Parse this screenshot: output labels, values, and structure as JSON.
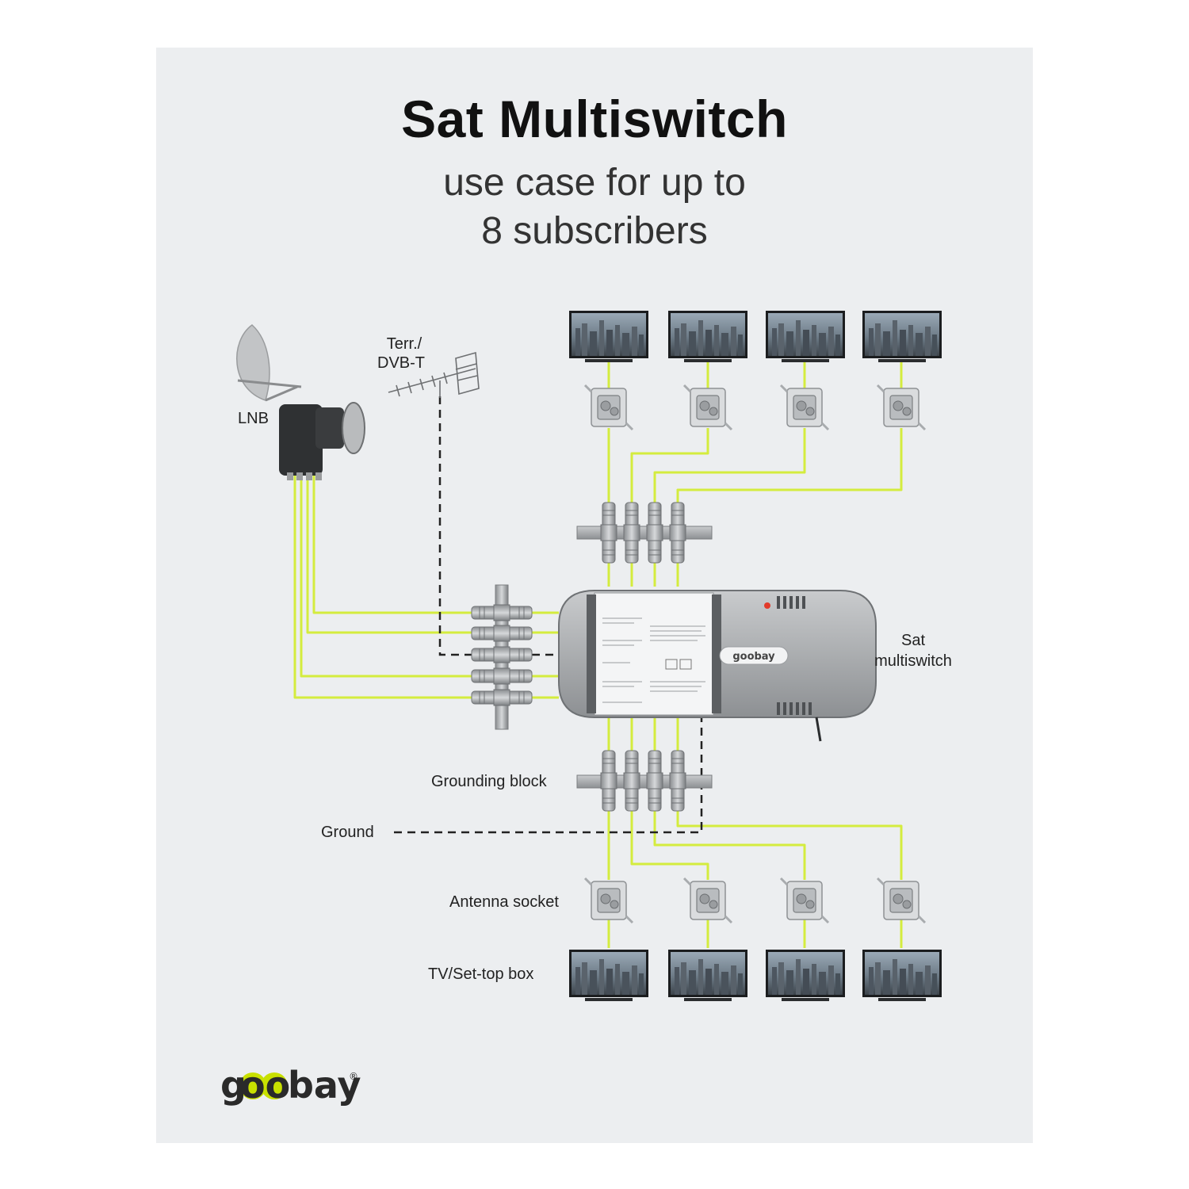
{
  "title": "Sat Multiswitch",
  "subtitle_line1": "use case for up to",
  "subtitle_line2": "8 subscribers",
  "labels": {
    "lnb": "LNB",
    "terr_line1": "Terr./",
    "terr_line2": "DVB-T",
    "multiswitch_line1": "Sat",
    "multiswitch_line2": "multiswitch",
    "grounding_block": "Grounding block",
    "ground": "Ground",
    "antenna_socket": "Antenna socket",
    "tv_settop": "TV/Set-top box"
  },
  "device_brand": "goobay",
  "logo": {
    "part1": "g",
    "part2": "oo",
    "part3": "bay",
    "registered": "®"
  },
  "colors": {
    "cable": "#d4ec3e",
    "logo_accent": "#c8e000",
    "panel": "#eceef0",
    "text": "#111111"
  },
  "subscribers": 8
}
